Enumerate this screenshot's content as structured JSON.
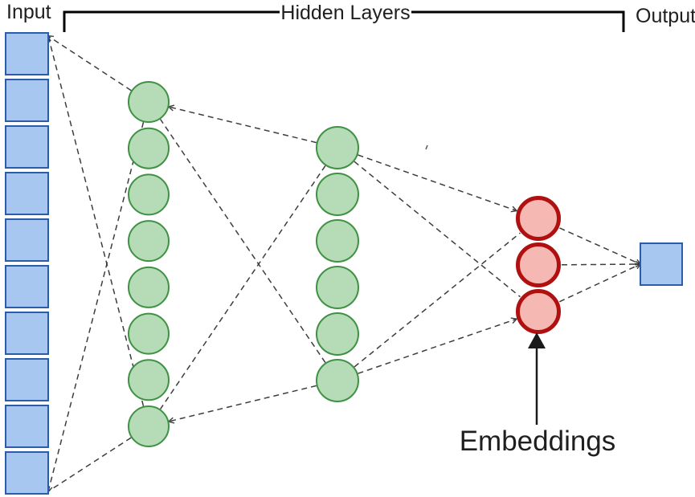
{
  "labels": {
    "input": "Input",
    "hidden_layers": "Hidden Layers",
    "output": "Output",
    "embeddings": "Embeddings"
  },
  "colors": {
    "input_fill": "#a8c7f0",
    "input_stroke": "#2a5caa",
    "hidden_fill": "#b5dcb7",
    "hidden_stroke": "#3f9143",
    "embedding_fill": "#f5b8b2",
    "embedding_stroke": "#b01010",
    "connector": "#3d3d3d",
    "bracket": "#000000",
    "annotation": "#1a1a1a",
    "text": "#1f1f1f"
  },
  "network": {
    "layers": [
      {
        "id": "input",
        "role": "input layer",
        "node_shape": "square",
        "node_count": 10,
        "fill": "#a8c7f0",
        "stroke": "#2a5caa"
      },
      {
        "id": "hidden1",
        "role": "hidden layer 1",
        "node_shape": "circle",
        "node_count": 8,
        "fill": "#b5dcb7",
        "stroke": "#3f9143"
      },
      {
        "id": "hidden2",
        "role": "hidden layer 2",
        "node_shape": "circle",
        "node_count": 6,
        "fill": "#b5dcb7",
        "stroke": "#3f9143"
      },
      {
        "id": "embeddings",
        "role": "embedding layer",
        "node_shape": "circle",
        "node_count": 3,
        "fill": "#f5b8b2",
        "stroke": "#b01010"
      },
      {
        "id": "output",
        "role": "output layer",
        "node_shape": "square",
        "node_count": 1,
        "fill": "#a8c7f0",
        "stroke": "#2a5caa"
      }
    ]
  },
  "connections": [
    {
      "from": "hidden1.top",
      "to": "input.top",
      "arrow": true
    },
    {
      "from": "hidden1.bottom",
      "to": "input.top",
      "arrow": false
    },
    {
      "from": "hidden1.top",
      "to": "input.bottom",
      "arrow": true
    },
    {
      "from": "hidden1.bottom",
      "to": "input.bottom",
      "arrow": false
    },
    {
      "from": "hidden2.top",
      "to": "hidden1.top",
      "arrow": true
    },
    {
      "from": "hidden2.bottom",
      "to": "hidden1.bottom",
      "arrow": true
    },
    {
      "from": "hidden2.top",
      "to": "hidden1.bottom",
      "arrow": false
    },
    {
      "from": "hidden2.bottom",
      "to": "hidden1.top",
      "arrow": false
    },
    {
      "from": "hidden2.top",
      "to": "embeddings.top",
      "arrow": true
    },
    {
      "from": "hidden2.bottom",
      "to": "embeddings.bottom",
      "arrow": true
    },
    {
      "from": "hidden2.top",
      "to": "embeddings.bottom",
      "arrow": false
    },
    {
      "from": "hidden2.bottom",
      "to": "embeddings.top",
      "arrow": false
    },
    {
      "from": "embeddings.top",
      "to": "output.center",
      "arrow": true
    },
    {
      "from": "embeddings.middle",
      "to": "output.center",
      "arrow": true
    },
    {
      "from": "embeddings.bottom",
      "to": "output.center",
      "arrow": true
    }
  ]
}
